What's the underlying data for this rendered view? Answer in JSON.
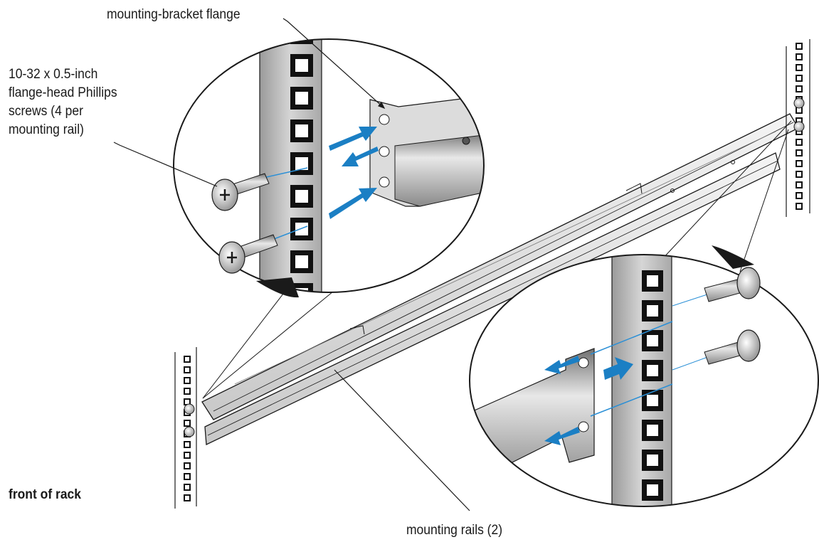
{
  "labels": {
    "mounting_bracket_flange": "mounting-bracket flange",
    "screws": [
      "10-32 x 0.5-inch",
      "flange-head Phillips",
      "screws (4 per",
      "mounting rail)"
    ],
    "mounting_rails": "mounting rails (2)",
    "front_of_rack": "front of rack"
  },
  "colors": {
    "line": "#1a1a1a",
    "arrow": "#1b7fc4",
    "metal_dark": "#8c8c8c",
    "metal_mid": "#c4c4c4",
    "metal_light": "#eeeeee"
  },
  "icons": [
    "phillips-screw-icon",
    "direction-arrow-icon",
    "square-hole-icon"
  ]
}
